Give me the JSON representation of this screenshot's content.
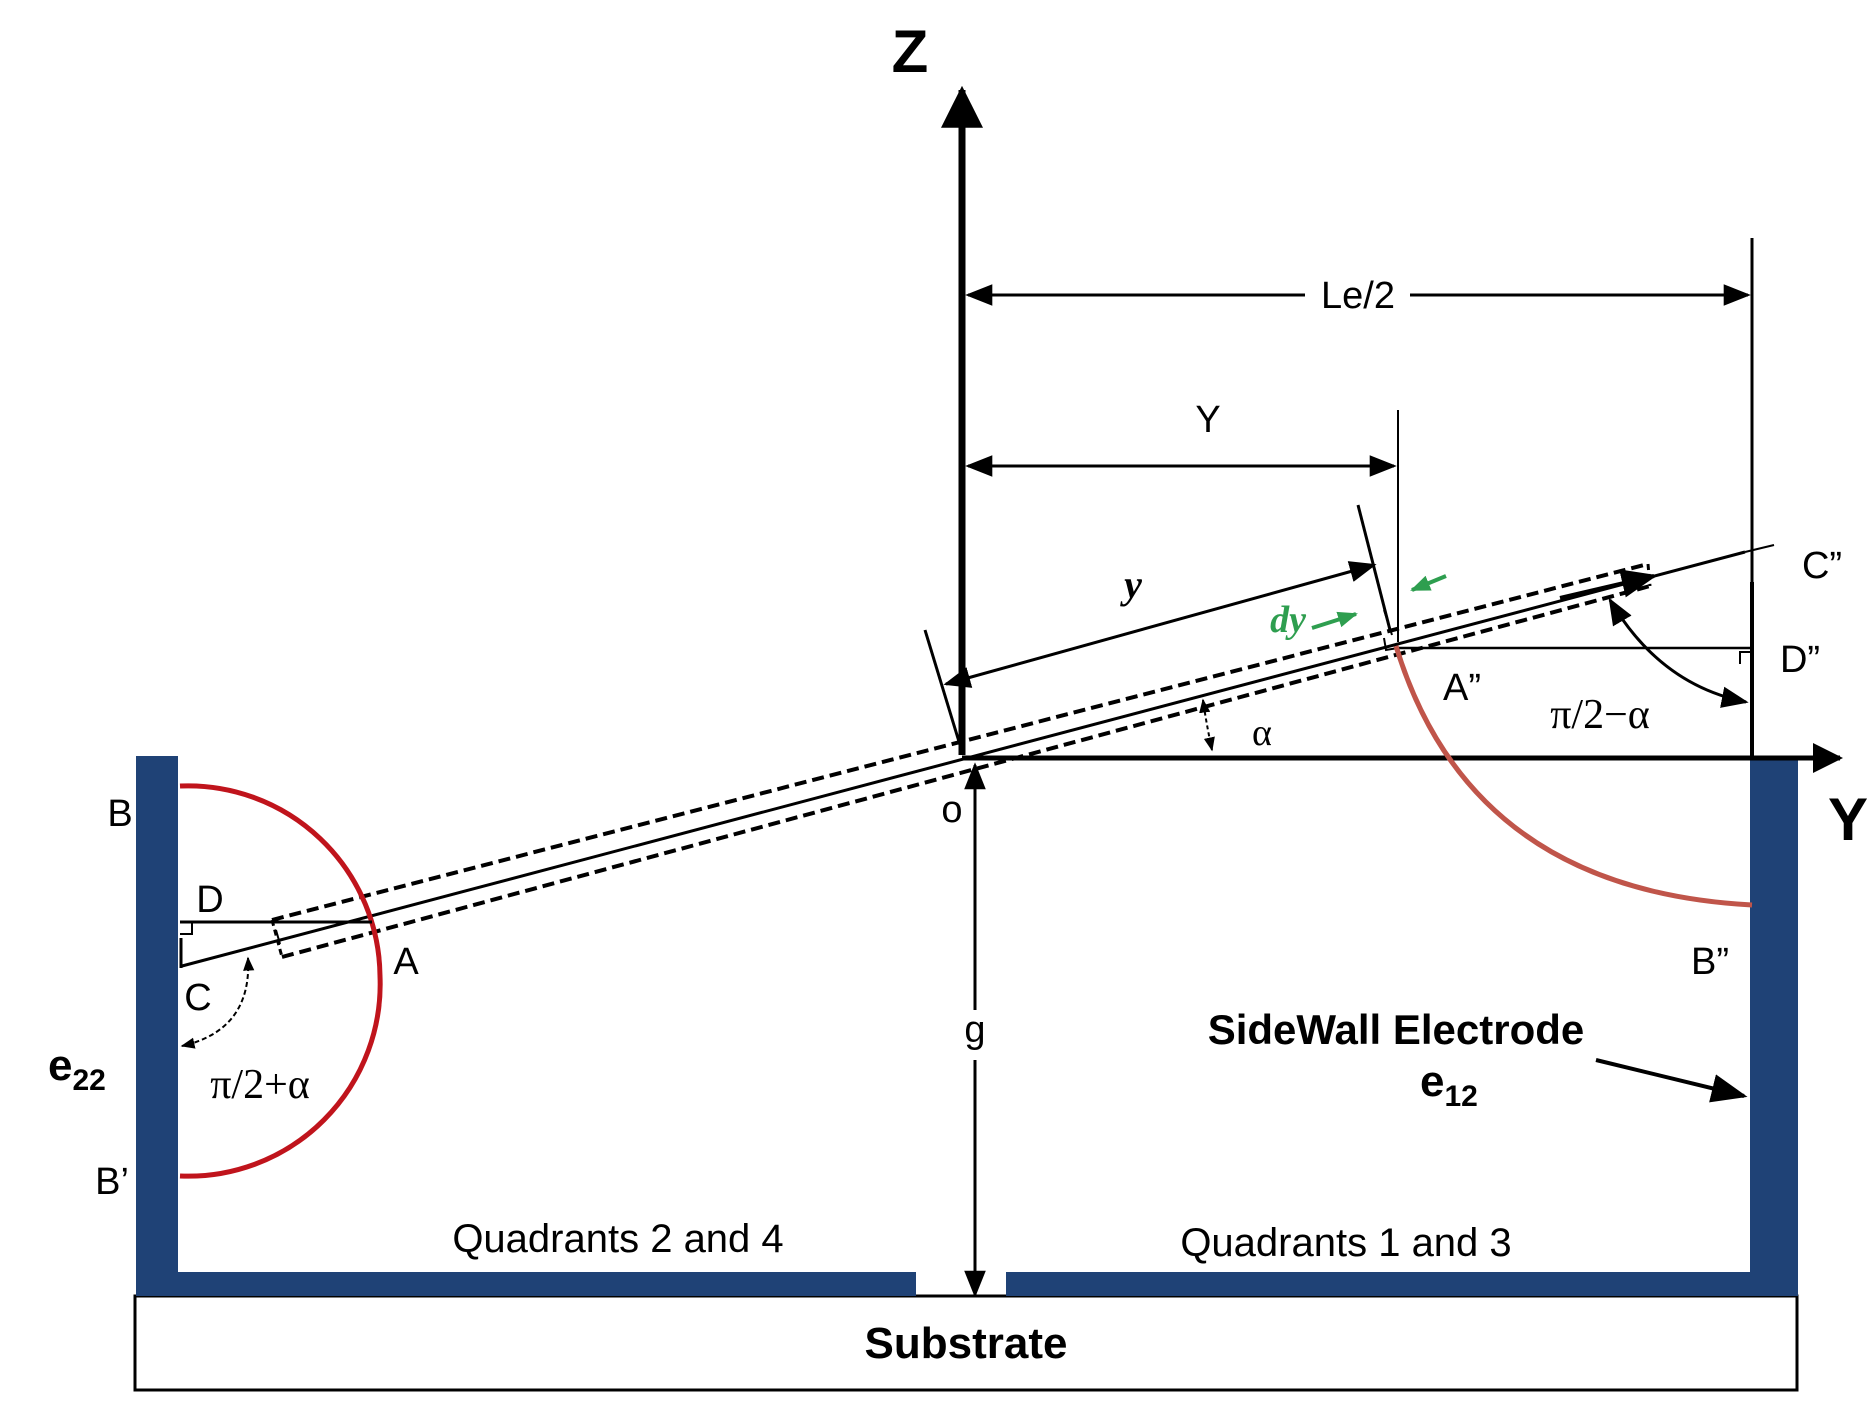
{
  "axes": {
    "z_label": "Z",
    "y_label": "Y",
    "origin_label": "o"
  },
  "dimensions": {
    "le_half": "Le/2",
    "y_upper": "Y",
    "y_lower": "y",
    "dy": "dy",
    "g": "g"
  },
  "angles": {
    "alpha": "α",
    "pi_half_minus_alpha": "π/2−α",
    "pi_half_plus_alpha": "π/2+α"
  },
  "points": {
    "B": "B",
    "B_prime": "B’",
    "D": "D",
    "C": "C",
    "A": "A",
    "A_dprime": "A”",
    "B_dprime": "B”",
    "C_dprime": "C”",
    "D_dprime": "D”"
  },
  "electrodes": {
    "e22_main": "e",
    "e22_sub": "22",
    "e12_main": "e",
    "e12_sub": "12",
    "sidewall_label": "SideWall Electrode"
  },
  "regions": {
    "quadrants_24": "Quadrants 2 and 4",
    "quadrants_13": "Quadrants 1 and 3"
  },
  "substrate": "Substrate",
  "colors": {
    "electrode": "#1f4276",
    "arc_left": "#c0141c",
    "arc_right": "#c0554a",
    "dy_arrow": "#2e9e4f",
    "line": "#000000"
  }
}
